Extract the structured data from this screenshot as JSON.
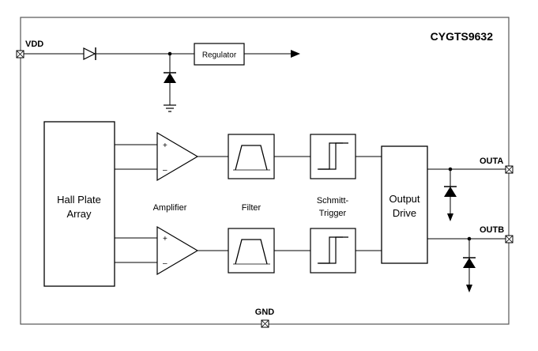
{
  "part_number": "CYGTS9632",
  "pins": {
    "vdd": "VDD",
    "gnd": "GND",
    "outa": "OUTA",
    "outb": "OUTB"
  },
  "blocks": {
    "regulator": "Regulator",
    "hall_line1": "Hall Plate",
    "hall_line2": "Array",
    "amplifier": "Amplifier",
    "filter": "Filter",
    "schmitt_line1": "Schmitt-",
    "schmitt_line2": "Trigger",
    "output_line1": "Output",
    "output_line2": "Drive"
  },
  "amp_pins": {
    "plus": "+",
    "minus": "–"
  },
  "icons": {
    "pin": "pin-terminal-icon",
    "diode": "diode-icon",
    "ground": "ground-icon",
    "lowpass": "bandpass-filter-icon",
    "hysteresis": "hysteresis-icon"
  }
}
